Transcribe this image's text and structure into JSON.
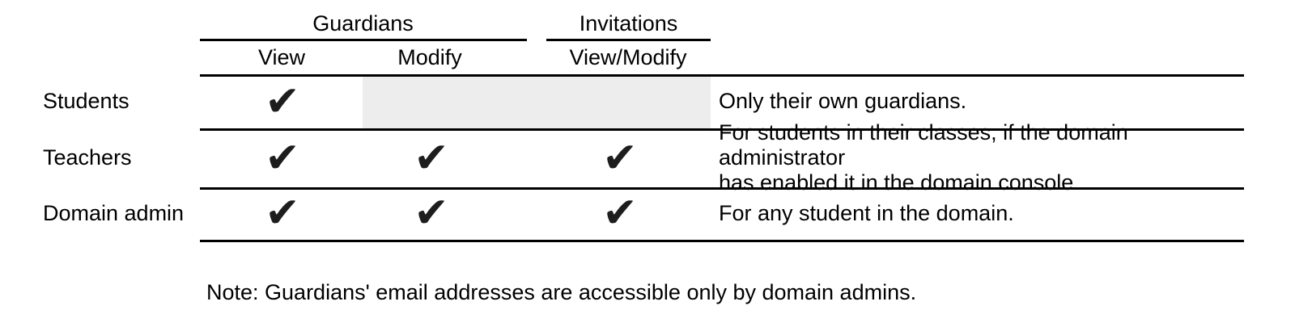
{
  "table": {
    "group_headers": [
      {
        "label": "Guardians"
      },
      {
        "label": "Invitations"
      }
    ],
    "column_headers": [
      "View",
      "Modify",
      "View/Modify"
    ],
    "check_glyph": "✔",
    "rows": [
      {
        "label": "Students",
        "view": true,
        "modify": false,
        "view_modify": false,
        "modify_cell_shaded": true,
        "note": "Only their own guardians."
      },
      {
        "label": "Teachers",
        "view": true,
        "modify": true,
        "view_modify": true,
        "modify_cell_shaded": false,
        "note": "For students in their classes, if the domain administrator\nhas enabled it in the domain console."
      },
      {
        "label": "Domain admin",
        "view": true,
        "modify": true,
        "view_modify": true,
        "modify_cell_shaded": false,
        "note": "For any student in the domain."
      }
    ]
  },
  "footnote": "Note: Guardians' email addresses are accessible only by domain admins.",
  "colors": {
    "rule": "#000000",
    "check": "#1d1d1d",
    "shaded_cell": "#ededed",
    "text": "#000000",
    "background": "#ffffff"
  }
}
